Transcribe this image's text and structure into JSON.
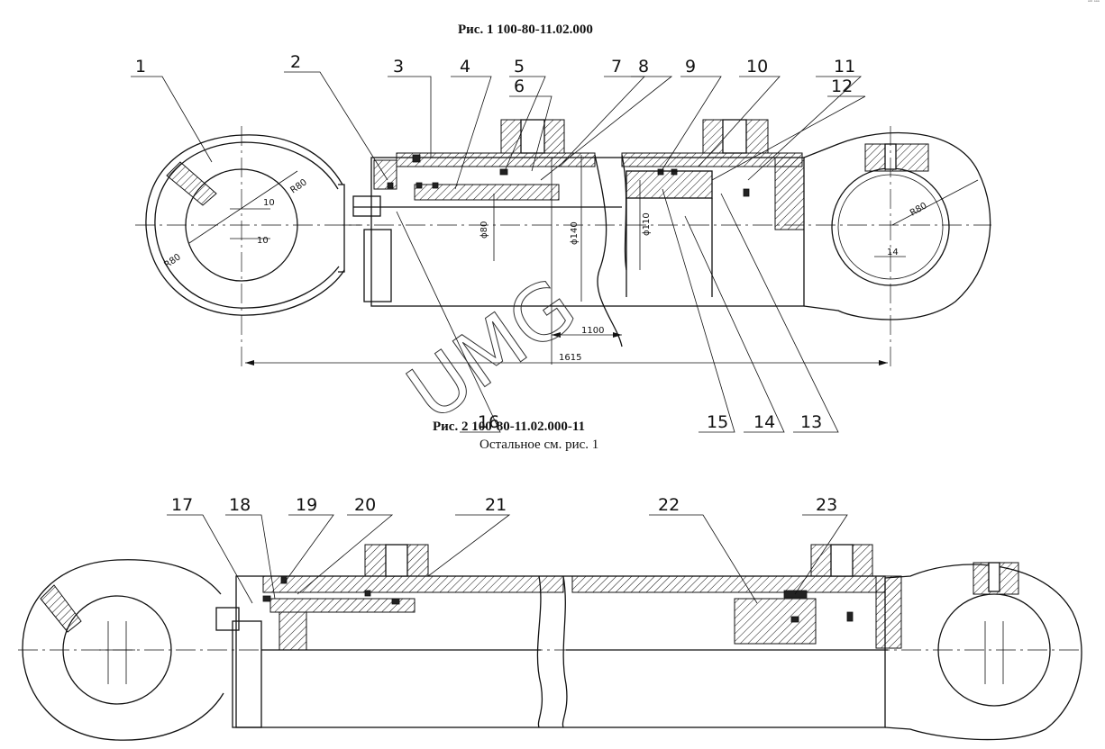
{
  "corner_mark": "ᵒᵐ ᵒᵒᵒ",
  "figure1": {
    "title": "Рис. 1  100-80-11.02.000",
    "callouts": [
      "1",
      "2",
      "3",
      "4",
      "5",
      "6",
      "7",
      "8",
      "9",
      "10",
      "11",
      "12",
      "13",
      "14",
      "15",
      "16"
    ],
    "dimensions": {
      "r80_a": "R80",
      "r80_b": "R80",
      "r80_c": "R80",
      "ten_a": "10",
      "ten_b": "10",
      "d80": "ϕ80",
      "d140": "ϕ140",
      "d110": "ϕ110",
      "l1100": "1100",
      "l1615": "1615",
      "w14": "14"
    }
  },
  "figure2": {
    "title": "Рис. 2  100-80-11.02.000-11",
    "subtitle": "Остальное см. рис. 1",
    "callouts": [
      "17",
      "18",
      "19",
      "20",
      "21",
      "22",
      "23"
    ]
  },
  "watermark": "UMG"
}
